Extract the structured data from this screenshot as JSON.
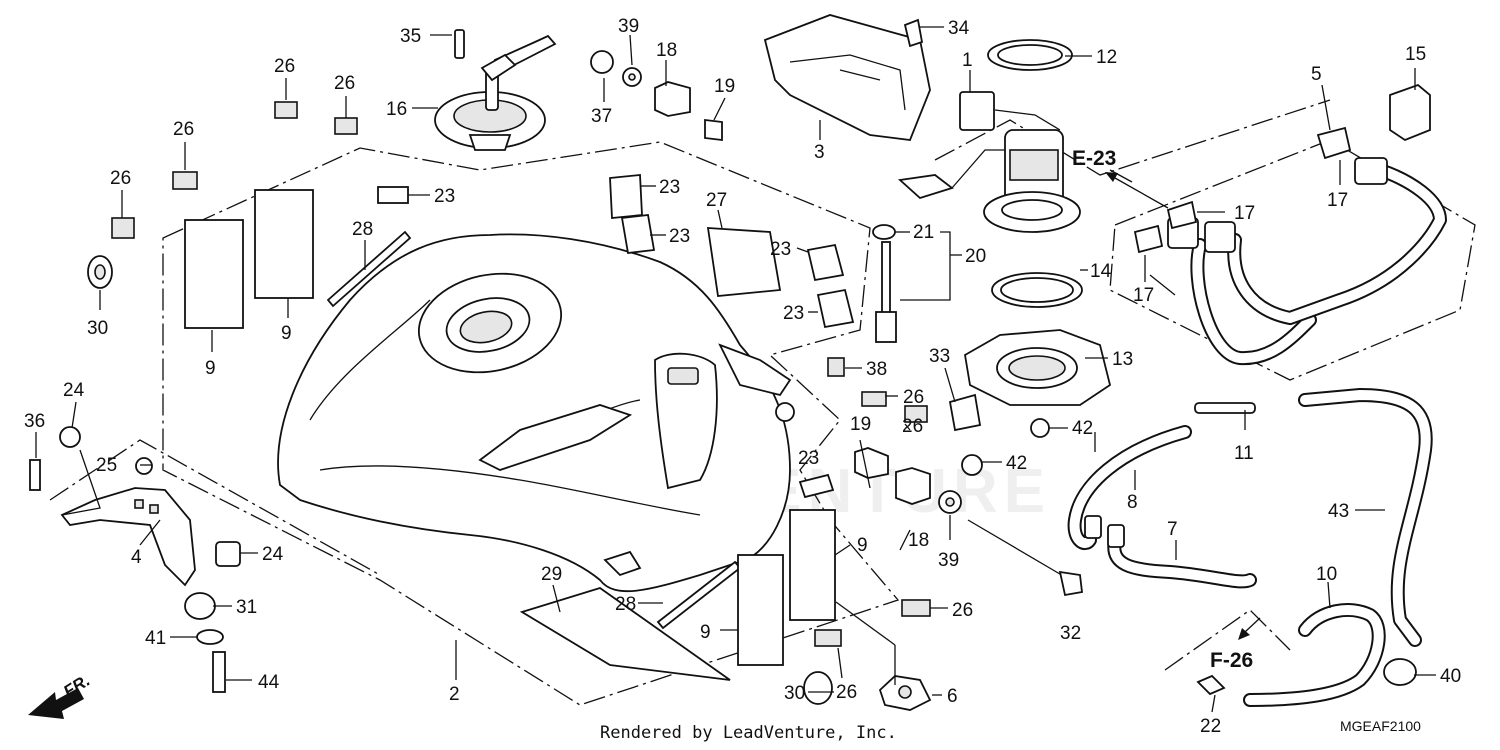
{
  "diagram": {
    "callouts": {
      "c1": "1",
      "c2": "2",
      "c3": "3",
      "c4": "4",
      "c5": "5",
      "c6": "6",
      "c7": "7",
      "c8": "8",
      "c9": "9",
      "c10": "10",
      "c11": "11",
      "c12": "12",
      "c13": "13",
      "c14": "14",
      "c15": "15",
      "c16": "16",
      "c17": "17",
      "c18": "18",
      "c19": "19",
      "c20": "20",
      "c21": "21",
      "c22": "22",
      "c23": "23",
      "c24": "24",
      "c25": "25",
      "c26": "26",
      "c27": "27",
      "c28": "28",
      "c29": "29",
      "c30": "30",
      "c31": "31",
      "c32": "32",
      "c33": "33",
      "c34": "34",
      "c35": "35",
      "c36": "36",
      "c37": "37",
      "c38": "38",
      "c39": "39",
      "c40": "40",
      "c41": "41",
      "c42": "42",
      "c43": "43",
      "c44": "44"
    },
    "refs": {
      "e23": "E-23",
      "f26": "F-26"
    },
    "direction_label": "FR.",
    "footer_text": "Rendered by LeadVenture, Inc.",
    "diagram_code": "MGEAF2100",
    "watermark": "LEADVENTURE"
  }
}
